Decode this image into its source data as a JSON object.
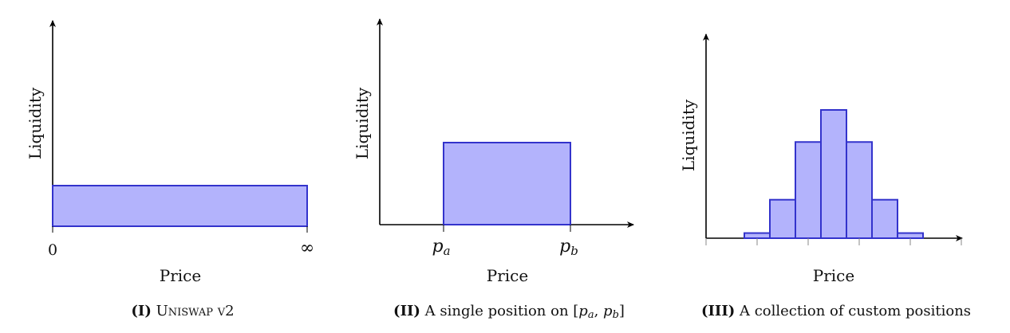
{
  "colors": {
    "fill": "#b3b3fc",
    "stroke": "#3333cc",
    "axis": "#000000"
  },
  "panels": [
    {
      "ylabel": "Liquidity",
      "xlabel": "Price",
      "caption_num": "(I)",
      "caption_smallcaps": "Uniswap v2",
      "caption_text": "",
      "tick_left": "0",
      "tick_right": "∞"
    },
    {
      "ylabel": "Liquidity",
      "xlabel": "Price",
      "caption_num": "(II)",
      "caption_text": "A single position on",
      "caption_math": "[p",
      "tick_a": "p",
      "tick_a_sub": "a",
      "tick_b": "p",
      "tick_b_sub": "b"
    },
    {
      "ylabel": "Liquidity",
      "xlabel": "Price",
      "caption_num": "(III)",
      "caption_text": "A collection of custom positions"
    }
  ],
  "chart_data": [
    {
      "type": "bar",
      "title": "Uniswap v2",
      "xlabel": "Price",
      "ylabel": "Liquidity",
      "x_ticks": [
        "0",
        "∞"
      ],
      "bars": [
        {
          "from": "0",
          "to": "∞",
          "liquidity": 1
        }
      ]
    },
    {
      "type": "bar",
      "title": "A single position on [pa, pb]",
      "xlabel": "Price",
      "ylabel": "Liquidity",
      "x_ticks": [
        "pa",
        "pb"
      ],
      "bars": [
        {
          "from": "pa",
          "to": "pb",
          "liquidity": 1
        }
      ]
    },
    {
      "type": "bar",
      "title": "A collection of custom positions",
      "xlabel": "Price",
      "ylabel": "Liquidity",
      "values": [
        0.04,
        0.3,
        0.75,
        1.0,
        0.75,
        0.3,
        0.04
      ]
    }
  ]
}
